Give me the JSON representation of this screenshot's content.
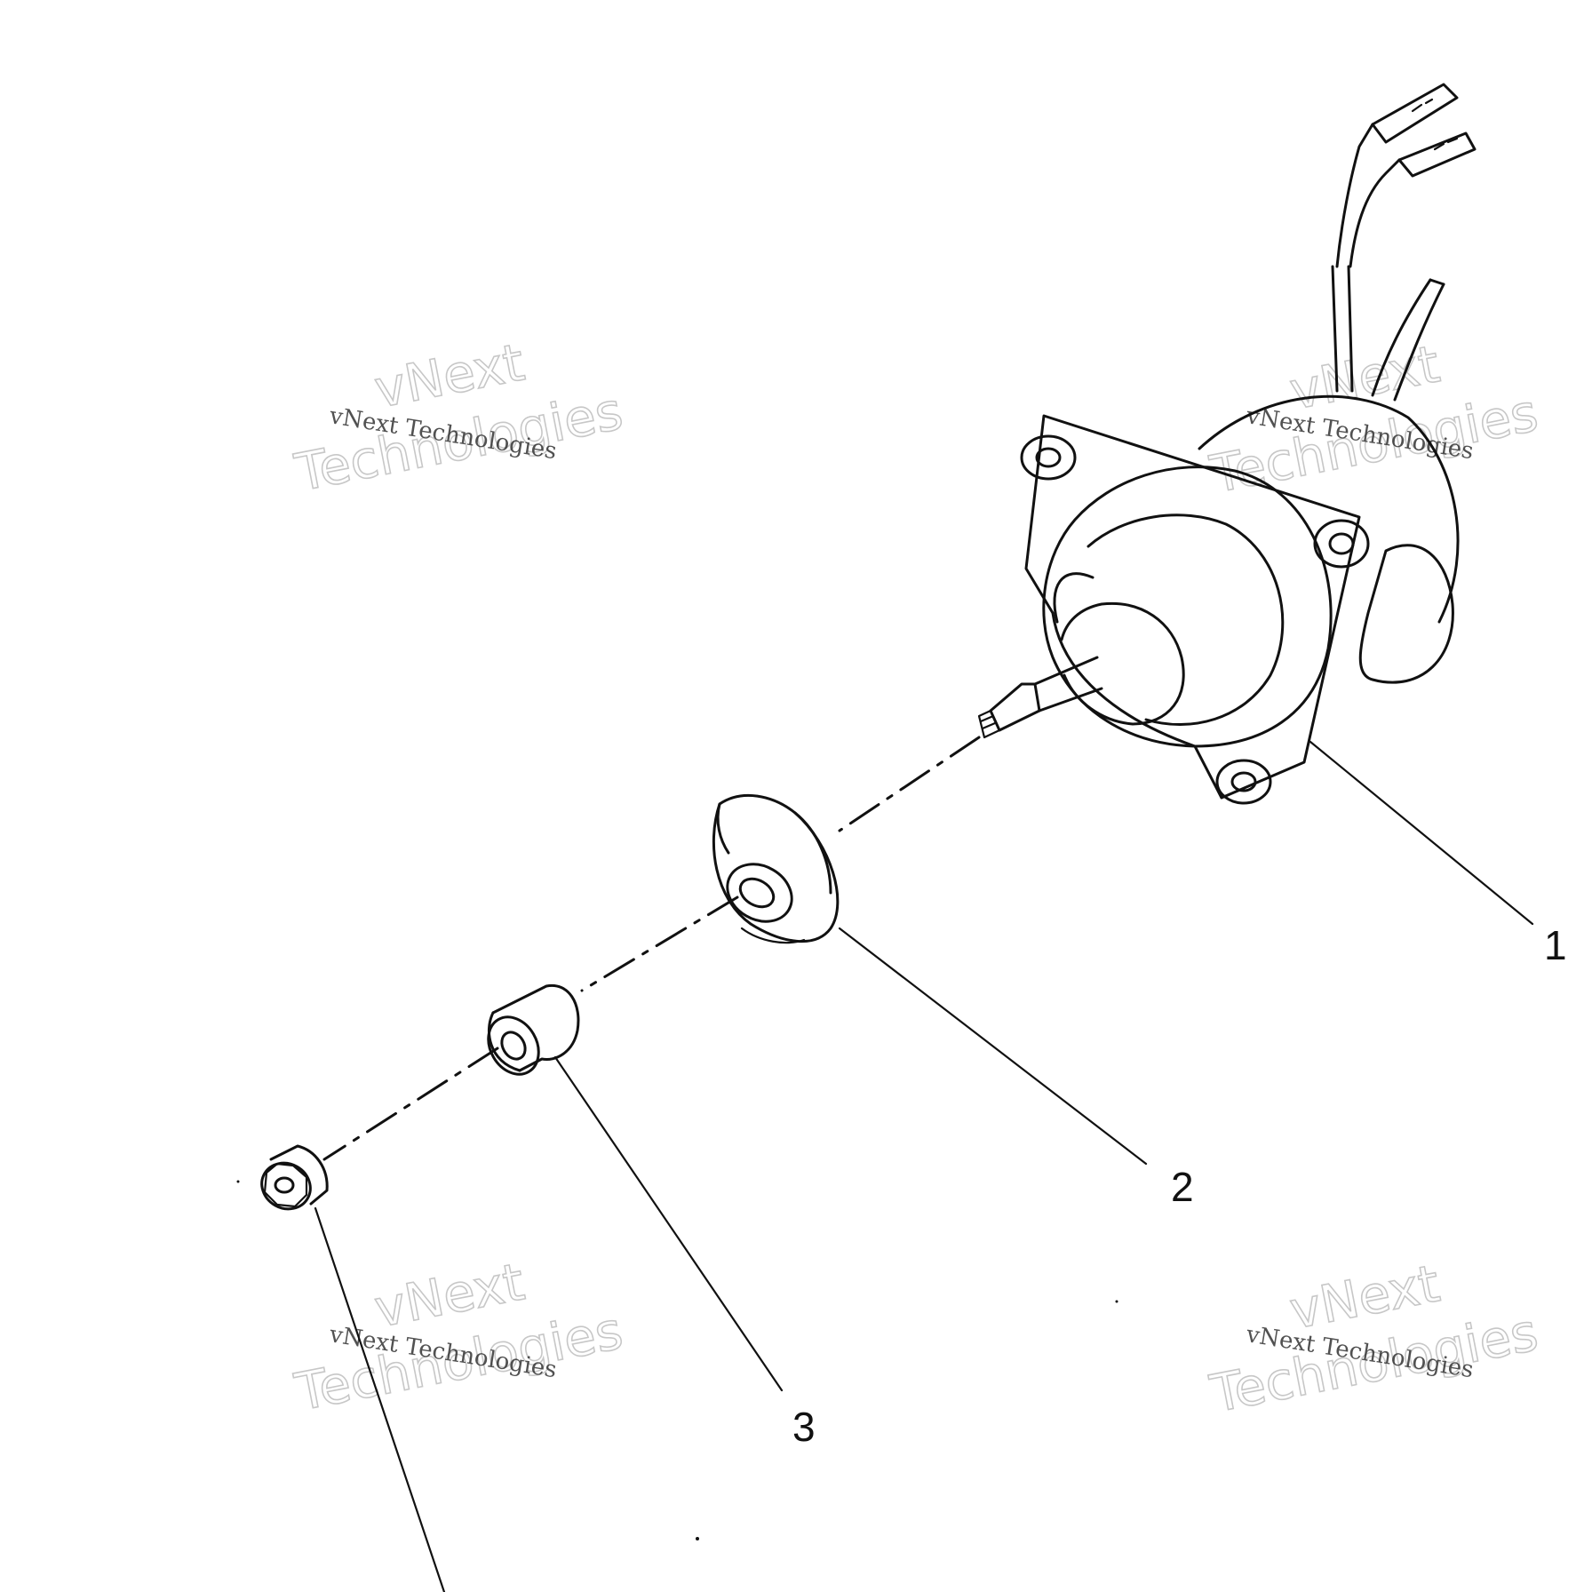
{
  "parts": [
    {
      "id": "1",
      "label": "1"
    },
    {
      "id": "2",
      "label": "2"
    },
    {
      "id": "3",
      "label": "3"
    }
  ],
  "watermarks": [
    {
      "line1": "vNext",
      "line2": "Technologies",
      "small": "vNext Technologies"
    },
    {
      "line1": "vNext",
      "line2": "Technologies",
      "small": "vNext Technologies"
    },
    {
      "line1": "vNext",
      "line2": "Technologies",
      "small": "vNext Technologies"
    },
    {
      "line1": "vNext",
      "line2": "Technologies",
      "small": "vNext Technologies"
    }
  ],
  "colors": {
    "ink": "#111111",
    "watermark": "#9a9a9a",
    "background": "#ffffff"
  }
}
